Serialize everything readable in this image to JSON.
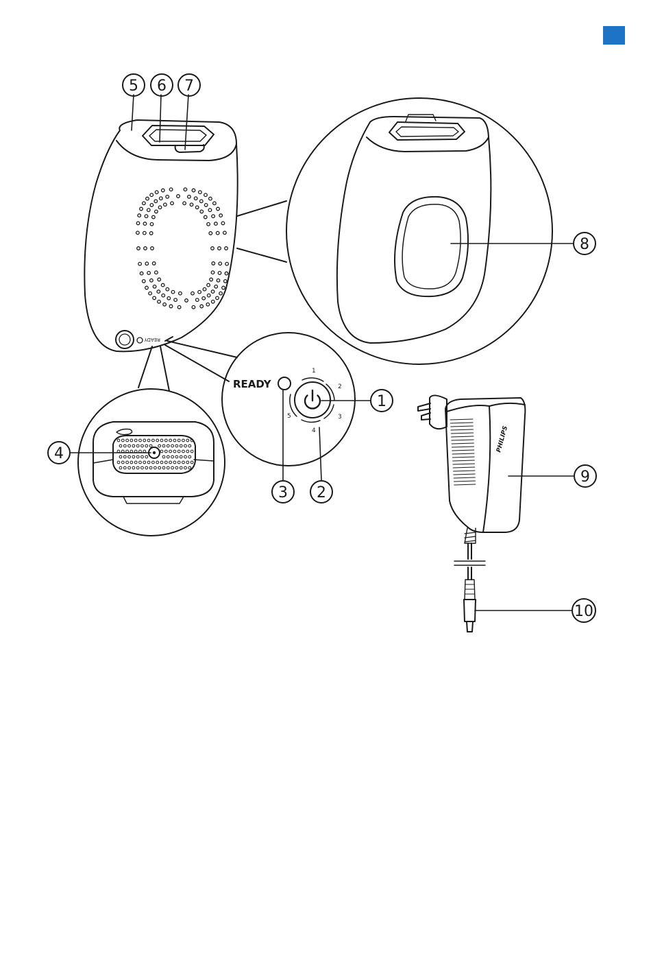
{
  "page_tab": {
    "color": "#1f73c7"
  },
  "colors": {
    "stroke": "#1a1a1a",
    "background": "#ffffff"
  },
  "callouts": {
    "c1": "1",
    "c2": "2",
    "c3": "3",
    "c4": "4",
    "c5": "5",
    "c6": "6",
    "c7": "7",
    "c8": "8",
    "c9": "9",
    "c10": "10"
  },
  "device": {
    "ready_label": "READY",
    "ready_label_small": "READY"
  },
  "intensity_levels": [
    "1",
    "2",
    "3",
    "4",
    "5"
  ],
  "adapter": {
    "brand": "PHILIPS"
  },
  "icons": [
    "power-icon",
    "ready-light-icon"
  ]
}
